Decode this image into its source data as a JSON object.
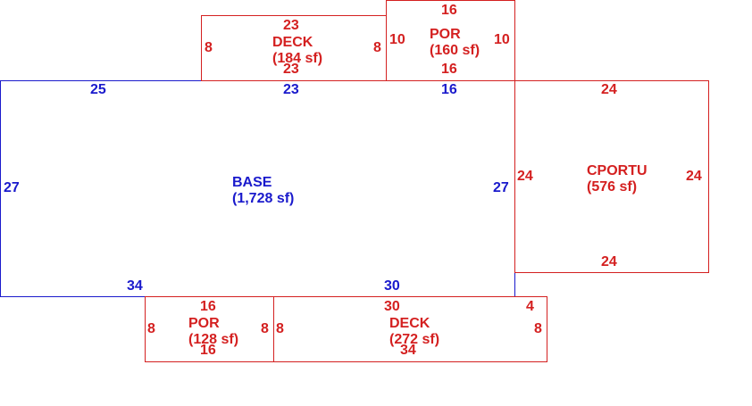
{
  "colors": {
    "base": "#1a1acc",
    "addition": "#d42020",
    "background": "#ffffff"
  },
  "areas": {
    "base": {
      "name": "BASE",
      "area": "(1,728 sf)",
      "dims": {
        "top_left": "25",
        "top_mid": "23",
        "top_right": "16",
        "left": "27",
        "right": "27",
        "bottom_left": "34",
        "bottom_right": "30"
      }
    },
    "deck_top": {
      "name": "DECK",
      "area": "(184 sf)",
      "dims": {
        "top": "23",
        "bottom": "23",
        "left": "8",
        "right": "8"
      }
    },
    "por_top": {
      "name": "POR",
      "area": "(160 sf)",
      "dims": {
        "top": "16",
        "bottom": "16",
        "left": "10",
        "right": "10"
      }
    },
    "cportu": {
      "name": "CPORTU",
      "area": "(576 sf)",
      "dims": {
        "top": "24",
        "bottom": "24",
        "left": "24",
        "right": "24"
      }
    },
    "por_bottom": {
      "name": "POR",
      "area": "(128 sf)",
      "dims": {
        "top": "16",
        "bottom": "16",
        "left": "8",
        "right": "8"
      }
    },
    "deck_bottom": {
      "name": "DECK",
      "area": "(272 sf)",
      "dims": {
        "top": "30",
        "bottom": "34",
        "left": "8",
        "right": "8",
        "step": "4"
      }
    }
  }
}
